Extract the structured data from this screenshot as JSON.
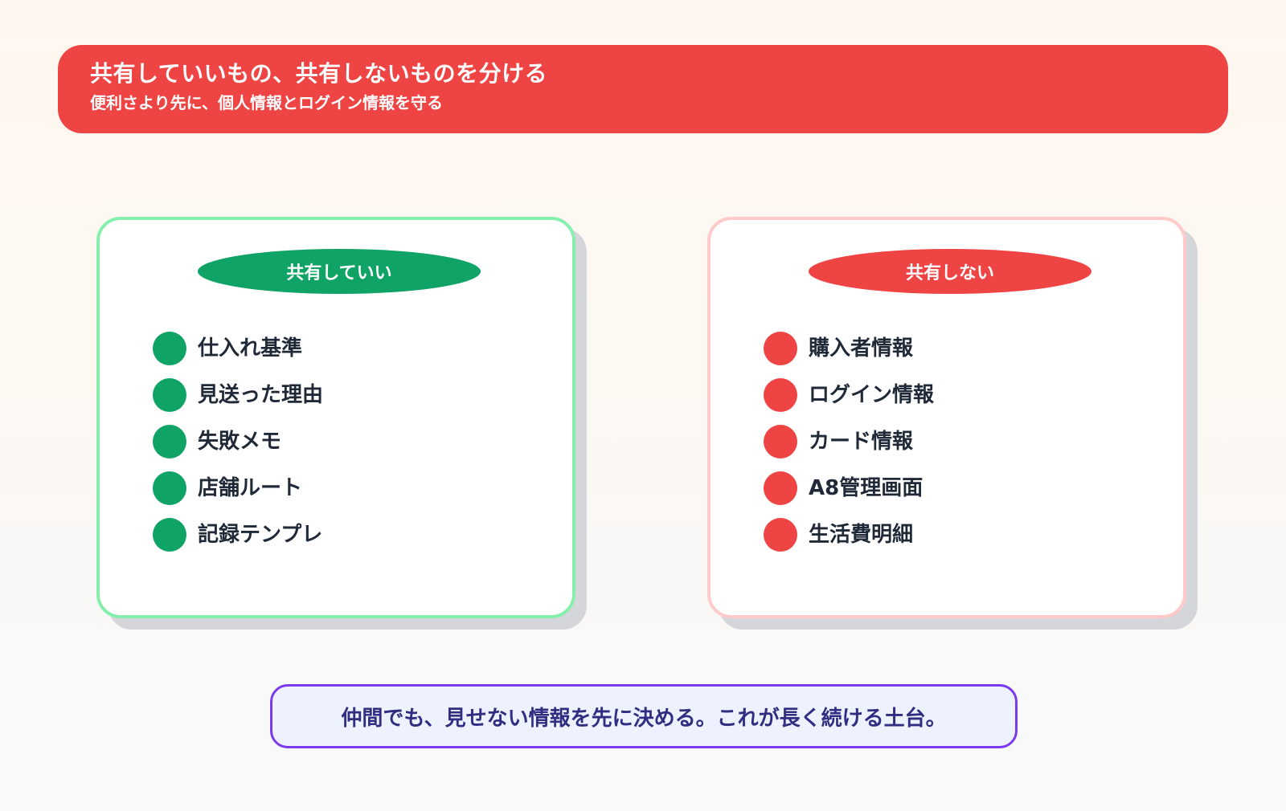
{
  "colors": {
    "background_top": "#fff7ef",
    "background_bottom": "#f8f9fb",
    "banner": "#ef4444",
    "allowed_accent": "#10a366",
    "allowed_border": "#86efac",
    "deny_accent": "#ef4444",
    "deny_border": "#fecaca",
    "text_dark": "#1f2937",
    "footer_border": "#7c3aed",
    "footer_background": "#eef2ff",
    "footer_text": "#312e81"
  },
  "header": {
    "title": "共有していいもの、共有しないものを分ける",
    "subtitle": "便利さより先に、個人情報とログイン情報を守る"
  },
  "allowed": {
    "label": "共有していい",
    "items": [
      "仕入れ基準",
      "見送った理由",
      "失敗メモ",
      "店舗ルート",
      "記録テンプレ"
    ]
  },
  "not_allowed": {
    "label": "共有しない",
    "items": [
      "購入者情報",
      "ログイン情報",
      "カード情報",
      "A8管理画面",
      "生活費明細"
    ]
  },
  "footer": {
    "note": "仲間でも、見せない情報を先に決める。これが長く続ける土台。"
  }
}
